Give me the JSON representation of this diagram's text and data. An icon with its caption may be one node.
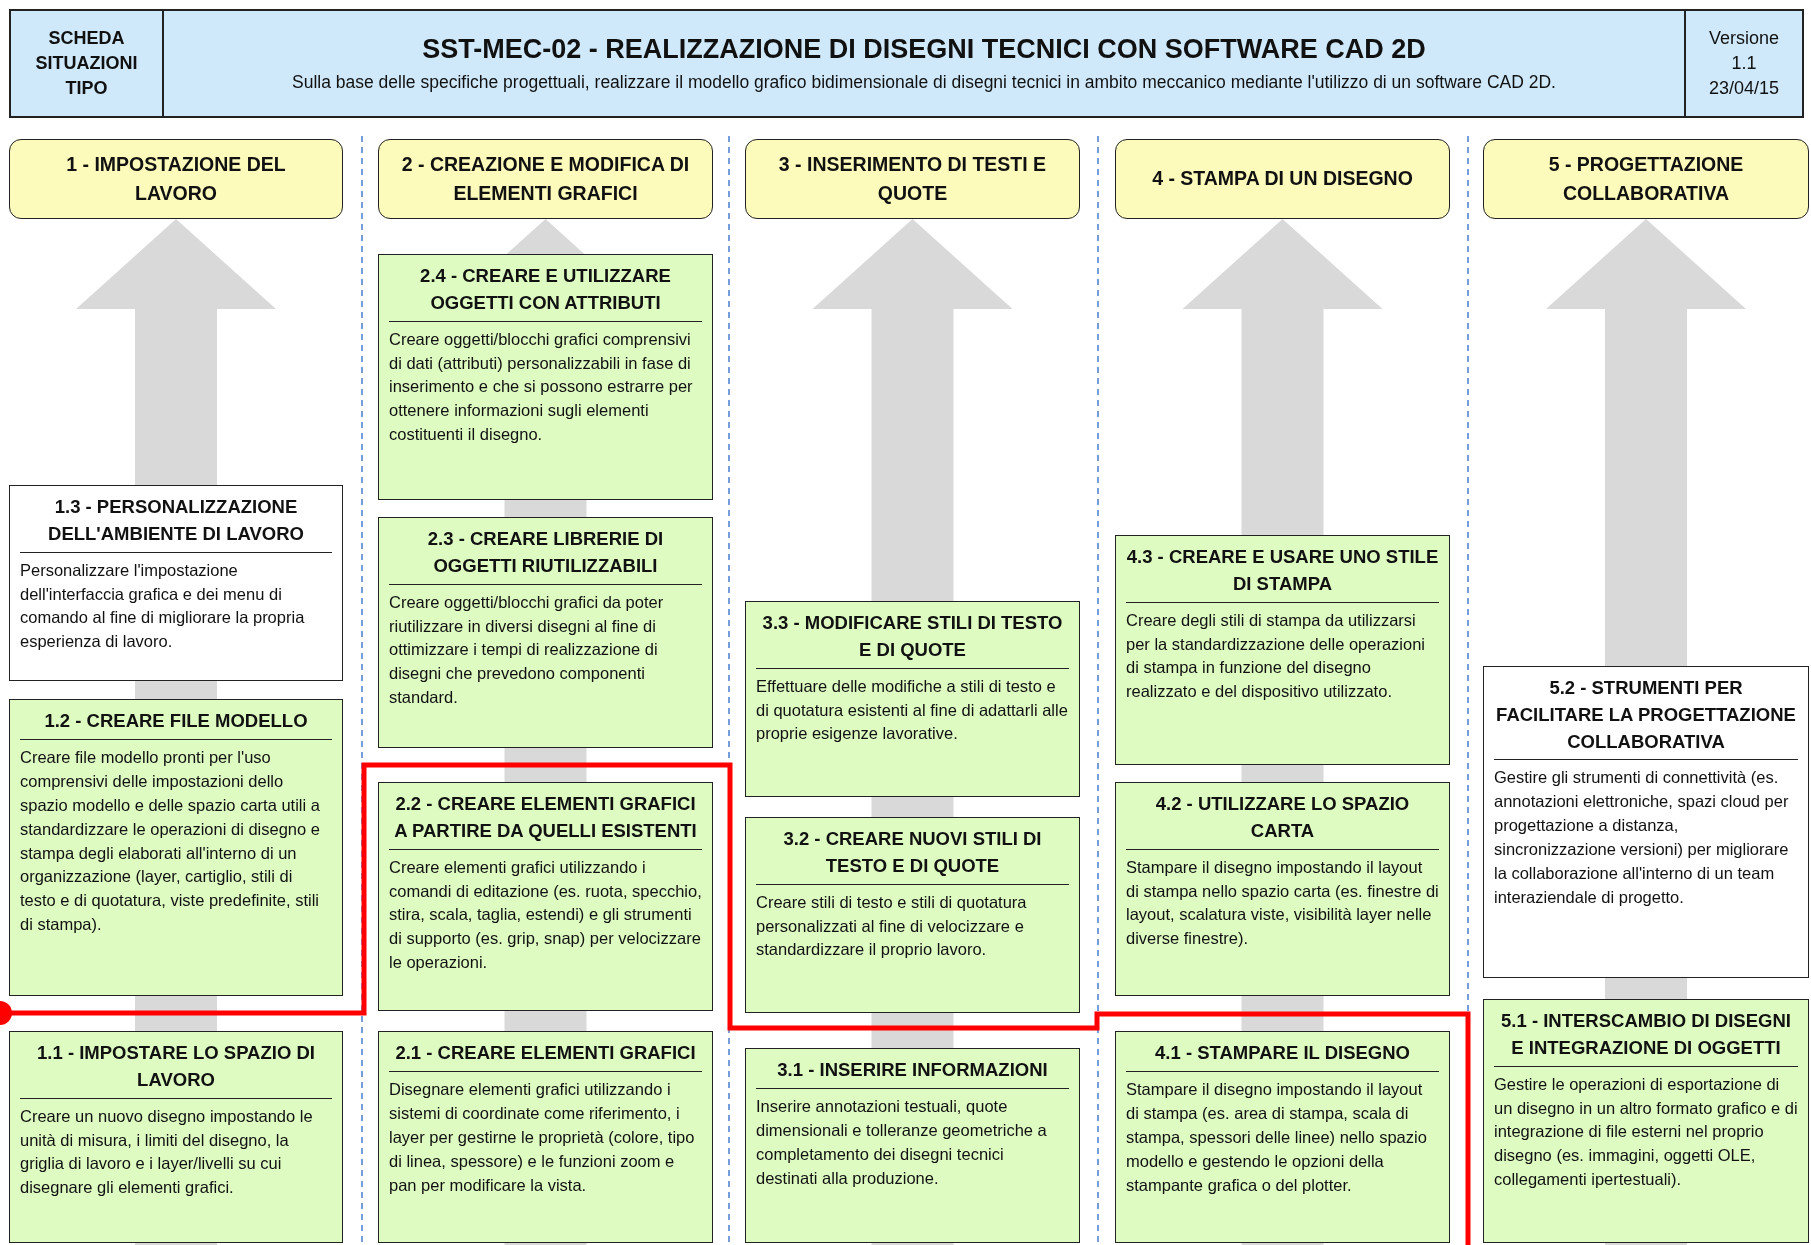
{
  "diagram": {
    "title": "SST-MEC-02 - REALIZZAZIONE DI DISEGNI TECNICI CON SOFTWARE CAD 2D",
    "nodes": [
      {
        "text": [
          "SCHEDA SITUAZIONI TIPO"
        ]
      },
      {
        "text": [
          "Sulla base delle specifiche progettuali, realizzare il modello grafico bidimensionale di disegni tecnici in ambito meccanico mediante l'utilizzo di un software CAD 2D."
        ]
      },
      {
        "text": [
          "Versione",
          "1.1",
          "23/04/15"
        ]
      },
      {
        "text": [
          "1 - IMPOSTAZIONE DEL LAVORO"
        ]
      },
      {
        "text": [
          "2 - CREAZIONE E MODIFICA DI ELEMENTI GRAFICI"
        ]
      },
      {
        "text": [
          "3 - INSERIMENTO DI TESTI E QUOTE"
        ]
      },
      {
        "text": [
          "4 - STAMPA DI UN DISEGNO"
        ]
      },
      {
        "text": [
          "5 - PROGETTAZIONE COLLABORATIVA"
        ]
      },
      {
        "text": [
          "1.3 - PERSONALIZZAZIONE DELL'AMBIENTE DI LAVORO",
          "Personalizzare l'impostazione dell'interfaccia grafica e dei menu di comando al fine di migliorare la propria esperienza di lavoro."
        ]
      },
      {
        "text": [
          "1.2 - CREARE FILE MODELLO",
          "Creare file modello pronti per l'uso comprensivi delle impostazioni dello spazio modello e delle spazio carta utili a standardizzare le operazioni di disegno e stampa degli elaborati all'interno di un organizzazione (layer, cartiglio, stili di testo e di quotatura, viste predefinite, stili di stampa)."
        ]
      },
      {
        "text": [
          "1.1 - IMPOSTARE LO SPAZIO DI LAVORO",
          "Creare un nuovo disegno impostando le unità di misura, i limiti del disegno, la griglia di lavoro e i layer/livelli su cui disegnare gli elementi grafici."
        ]
      },
      {
        "text": [
          "2.4 - CREARE E UTILIZZARE OGGETTI CON ATTRIBUTI",
          "Creare oggetti/blocchi grafici comprensivi di dati (attributi) personalizzabili in fase di inserimento e che si possono estrarre per ottenere informazioni sugli elementi costituenti il disegno."
        ]
      },
      {
        "text": [
          "2.3 - CREARE LIBRERIE DI OGGETTI RIUTILIZZABILI",
          "Creare oggetti/blocchi grafici da poter riutilizzare in diversi disegni al fine di ottimizzare i tempi di realizzazione di disegni che prevedono componenti standard."
        ]
      },
      {
        "text": [
          "2.2 - CREARE ELEMENTI GRAFICI A PARTIRE DA QUELLI ESISTENTI",
          "Creare elementi grafici utilizzando i comandi di editazione (es. ruota, specchio, stira, scala, taglia, estendi) e gli strumenti di supporto (es. grip, snap) per velocizzare le operazioni."
        ]
      },
      {
        "text": [
          "2.1 - CREARE ELEMENTI GRAFICI",
          "Disegnare elementi grafici utilizzando i sistemi di coordinate come riferimento, i layer per gestirne le proprietà (colore, tipo di linea, spessore) e le funzioni zoom e pan per modificare la vista."
        ]
      },
      {
        "text": [
          "3.3 - MODIFICARE STILI DI TESTO E DI QUOTE",
          "Effettuare delle modifiche a stili di testo e di quotatura esistenti al fine di adattarli alle proprie esigenze lavorative."
        ]
      },
      {
        "text": [
          "3.2 - CREARE NUOVI STILI DI TESTO E DI QUOTE",
          "Creare stili di testo e stili di quotatura personalizzati al fine di velocizzare e standardizzare il proprio lavoro."
        ]
      },
      {
        "text": [
          "3.1 - INSERIRE INFORMAZIONI",
          "Inserire annotazioni testuali, quote dimensionali e tolleranze geometriche a completamento dei disegni tecnici destinati alla produzione."
        ]
      },
      {
        "text": [
          "4.3 - CREARE E USARE UNO STILE DI STAMPA",
          "Creare degli stili di stampa da utilizzarsi per la standardizzazione delle operazioni di stampa in funzione del disegno realizzato e del dispositivo utilizzato."
        ]
      },
      {
        "text": [
          "4.2 - UTILIZZARE LO SPAZIO CARTA",
          "Stampare il disegno impostando il layout di stampa nello spazio carta (es. finestre di layout, scalatura viste, visibilità layer nelle diverse finestre)."
        ]
      },
      {
        "text": [
          "4.1 - STAMPARE IL DISEGNO",
          "Stampare il disegno impostando il layout di stampa (es. area di stampa, scala di stampa, spessori delle linee) nello spazio modello e gestendo le opzioni della stampante grafica o del plotter."
        ]
      },
      {
        "text": [
          "5.2 - STRUMENTI PER FACILITARE LA PROGETTAZIONE COLLABORATIVA",
          "Gestire gli strumenti di connettività (es. annotazioni elettroniche, spazi cloud per progettazione a distanza, sincronizzazione versioni) per migliorare la collaborazione all'interno di un team interaziendale di progetto."
        ]
      },
      {
        "text": [
          "5.1 - INTERSCAMBIO DI DISEGNI E INTEGRAZIONE DI OGGETTI",
          "Gestire le operazioni di esportazione di un disegno in un altro formato grafico e di integrazione di file esterni nel proprio disegno (es. immagini, oggetti OLE, collegamenti ipertestuali)."
        ]
      }
    ],
    "edges": [
      {
        "from": null,
        "to": 3,
        "arrow": "to",
        "style": "thick",
        "color": "#d9d9d9"
      },
      {
        "from": null,
        "to": 4,
        "arrow": "to",
        "style": "thick",
        "color": "#d9d9d9"
      },
      {
        "from": null,
        "to": 5,
        "arrow": "to",
        "style": "thick",
        "color": "#d9d9d9"
      },
      {
        "from": null,
        "to": 6,
        "arrow": "to",
        "style": "thick",
        "color": "#d9d9d9"
      },
      {
        "from": null,
        "to": 7,
        "arrow": "to",
        "style": "thick",
        "color": "#d9d9d9"
      }
    ]
  }
}
